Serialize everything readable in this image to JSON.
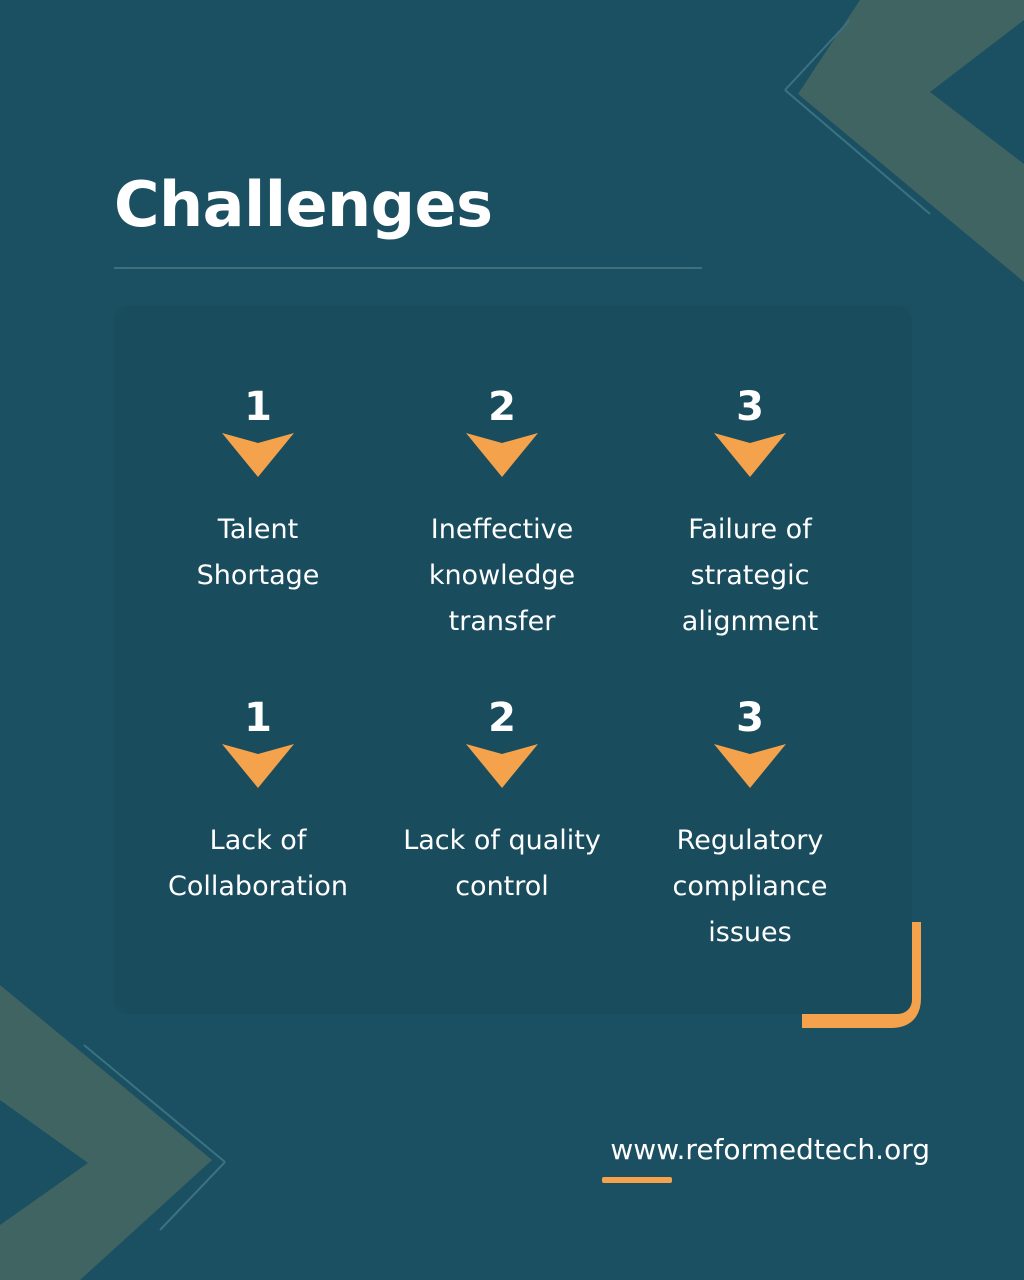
{
  "title": "Challenges",
  "colors": {
    "background": "#1b5062",
    "panel": "#194c5d",
    "accent": "#f4a34c",
    "chevron": "#3f6461",
    "text": "#ffffff"
  },
  "rows": [
    [
      {
        "number": "1",
        "icon": "chevron-down-icon",
        "label_lines": [
          "Talent",
          "Shortage"
        ]
      },
      {
        "number": "2",
        "icon": "chevron-down-icon",
        "label_lines": [
          "Ineffective",
          "knowledge",
          "transfer"
        ]
      },
      {
        "number": "3",
        "icon": "chevron-down-icon",
        "label_lines": [
          "Failure of",
          "strategic",
          "alignment"
        ]
      }
    ],
    [
      {
        "number": "1",
        "icon": "chevron-down-icon",
        "label_lines": [
          "Lack of",
          "Collaboration"
        ]
      },
      {
        "number": "2",
        "icon": "chevron-down-icon",
        "label_lines": [
          "Lack of quality",
          "control"
        ]
      },
      {
        "number": "3",
        "icon": "chevron-down-icon",
        "label_lines": [
          "Regulatory",
          "compliance",
          "issues"
        ]
      }
    ]
  ],
  "footer": {
    "website": "www.reformedtech.org"
  }
}
